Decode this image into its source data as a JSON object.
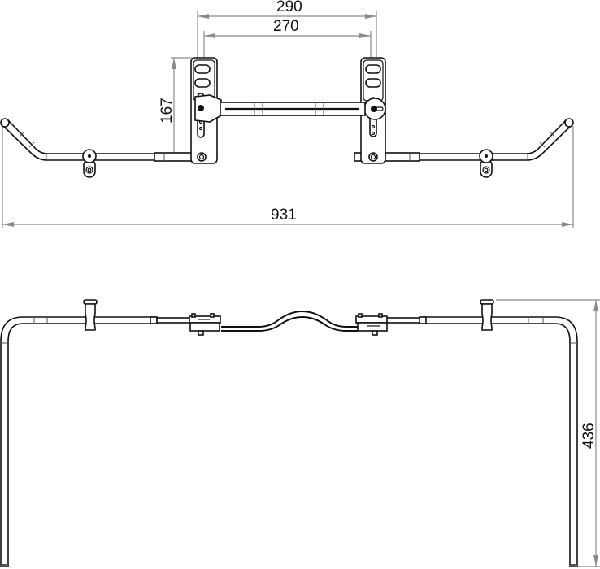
{
  "drawing": {
    "title": "Technical drawing – handlebar / bar frame assembly (top view and front view)",
    "line_color": "#111111",
    "dimension_color": "#8a8a8a",
    "background": "#ffffff"
  },
  "top_view": {
    "dimensions": {
      "outer_mount_spacing": "290",
      "inner_mount_spacing": "270",
      "mount_height": "167",
      "overall_width": "931"
    }
  },
  "front_view": {
    "dimensions": {
      "overall_height": "436"
    }
  }
}
